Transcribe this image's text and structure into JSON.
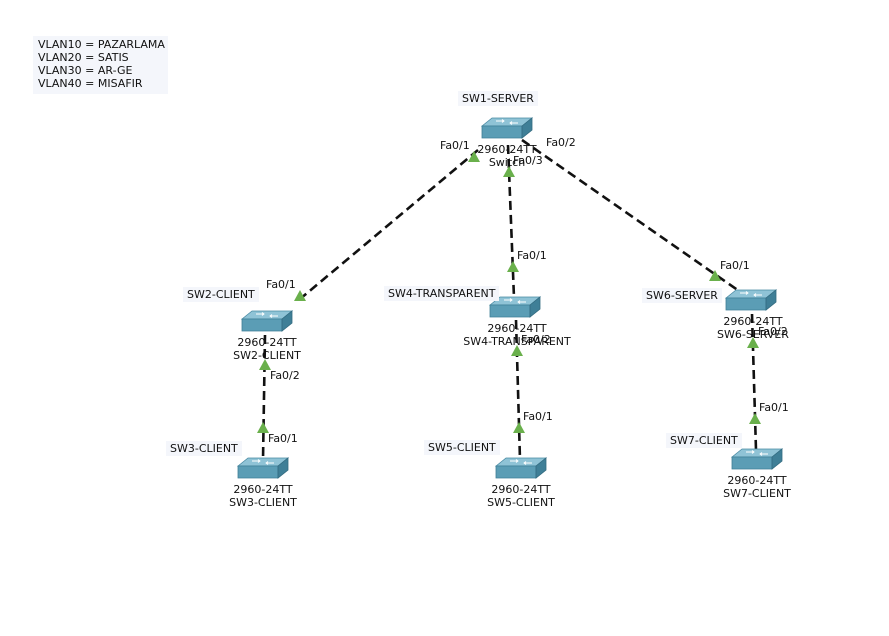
{
  "legend": [
    "VLAN10 = PAZARLAMA",
    "VLAN20 = SATIS",
    "VLAN30 = AR-GE",
    "VLAN40 = MISAFIR"
  ],
  "devices": {
    "sw1": {
      "label": "SW1-SERVER",
      "model": "2960-24TT",
      "host": "Switch"
    },
    "sw2": {
      "label": "SW2-CLIENT",
      "model": "2960-24TT",
      "host": "SW2-CLIENT"
    },
    "sw3": {
      "label": "SW3-CLIENT",
      "model": "2960-24TT",
      "host": "SW3-CLIENT"
    },
    "sw4": {
      "label": "SW4-TRANSPARENT",
      "model": "2960-24TT",
      "host": "SW4-TRANSPARENT"
    },
    "sw5": {
      "label": "SW5-CLIENT",
      "model": "2960-24TT",
      "host": "SW5-CLIENT"
    },
    "sw6": {
      "label": "SW6-SERVER",
      "model": "2960-24TT",
      "host": "SW6-SERVER"
    },
    "sw7": {
      "label": "SW7-CLIENT",
      "model": "2960-24TT",
      "host": "SW7-CLIENT"
    }
  },
  "ports": {
    "sw1_sw2": "Fa0/1",
    "sw1_sw4": "Fa0/3",
    "sw1_sw6": "Fa0/2",
    "sw2_up": "Fa0/1",
    "sw2_down": "Fa0/2",
    "sw3_up": "Fa0/1",
    "sw4_up": "Fa0/1",
    "sw4_down": "Fa0/2",
    "sw5_up": "Fa0/1",
    "sw6_up": "Fa0/1",
    "sw6_down": "Fa0/2",
    "sw7_up": "Fa0/1"
  },
  "colors": {
    "switch_top": "#8fc3d6",
    "switch_front": "#5b9db5",
    "switch_side": "#3f7f97",
    "link": "#111111",
    "port_up": "#6ab04c",
    "label_bg": "#f4f6fb"
  }
}
